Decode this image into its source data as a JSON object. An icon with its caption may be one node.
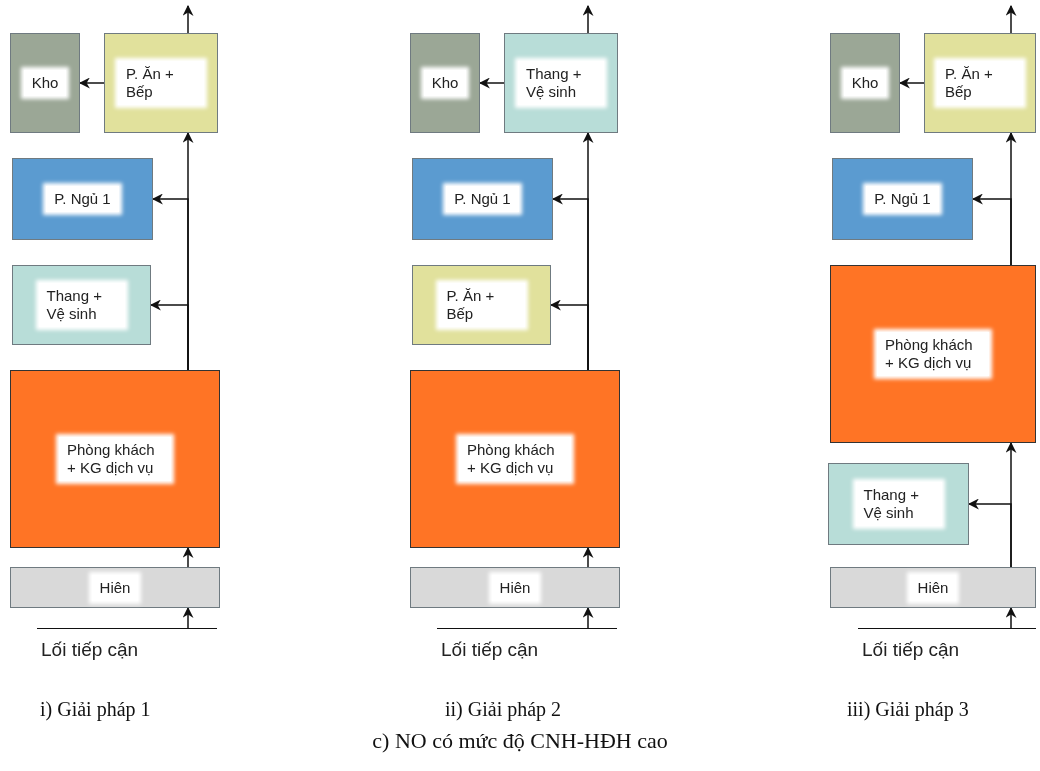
{
  "diagram": {
    "caption": "c) NO có mức độ CNH-HĐH cao",
    "nodes": [
      {
        "text": [
          "Kho"
        ]
      },
      {
        "text": [
          "P. Ăn + Bếp"
        ]
      },
      {
        "text": [
          "P. Ngủ 1"
        ]
      },
      {
        "text": [
          "Thang + Vệ sinh"
        ]
      },
      {
        "text": [
          "Phòng khách + KG dịch vụ"
        ]
      },
      {
        "text": [
          "Hiên"
        ]
      },
      {
        "text": [
          "Lối tiếp cận"
        ]
      },
      {
        "text": [
          "Kho"
        ]
      },
      {
        "text": [
          "Thang + Vệ sinh"
        ]
      },
      {
        "text": [
          "P. Ngủ 1"
        ]
      },
      {
        "text": [
          "P. Ăn + Bếp"
        ]
      },
      {
        "text": [
          "Phòng khách + KG dịch vụ"
        ]
      },
      {
        "text": [
          "Hiên"
        ]
      },
      {
        "text": [
          "Lối tiếp cận"
        ]
      },
      {
        "text": [
          "Kho"
        ]
      },
      {
        "text": [
          "P. Ăn + Bếp"
        ]
      },
      {
        "text": [
          "P. Ngủ 1"
        ]
      },
      {
        "text": [
          "Phòng khách + KG dịch vụ"
        ]
      },
      {
        "text": [
          "Thang + Vệ sinh"
        ]
      },
      {
        "text": [
          "Hiên"
        ]
      },
      {
        "text": [
          "Lối tiếp cận"
        ]
      }
    ],
    "edges": [
      {
        "from": 6,
        "to": 5,
        "arrow": "to"
      },
      {
        "from": 5,
        "to": 4,
        "arrow": "to"
      },
      {
        "from": 4,
        "to": 1,
        "arrow": "to"
      },
      {
        "from": 4,
        "to": 2,
        "arrow": "to"
      },
      {
        "from": 4,
        "to": 3,
        "arrow": "to"
      },
      {
        "from": 1,
        "to": 0,
        "arrow": "to"
      },
      {
        "from": 1,
        "to": null,
        "arrow": "to"
      },
      {
        "from": 13,
        "to": 12,
        "arrow": "to"
      },
      {
        "from": 12,
        "to": 11,
        "arrow": "to"
      },
      {
        "from": 11,
        "to": 8,
        "arrow": "to"
      },
      {
        "from": 11,
        "to": 9,
        "arrow": "to"
      },
      {
        "from": 11,
        "to": 10,
        "arrow": "to"
      },
      {
        "from": 8,
        "to": 7,
        "arrow": "to"
      },
      {
        "from": 8,
        "to": null,
        "arrow": "to"
      },
      {
        "from": 20,
        "to": 19,
        "arrow": "to"
      },
      {
        "from": 19,
        "to": 17,
        "arrow": "to"
      },
      {
        "from": 19,
        "to": 18,
        "arrow": "to"
      },
      {
        "from": 17,
        "to": 15,
        "arrow": "to"
      },
      {
        "from": 17,
        "to": 16,
        "arrow": "to"
      },
      {
        "from": 15,
        "to": 14,
        "arrow": "to"
      },
      {
        "from": 15,
        "to": null,
        "arrow": "to"
      }
    ],
    "labels": [
      "i) Giải pháp 1",
      "ii) Giải pháp 2",
      "iii) Giải pháp 3"
    ]
  }
}
